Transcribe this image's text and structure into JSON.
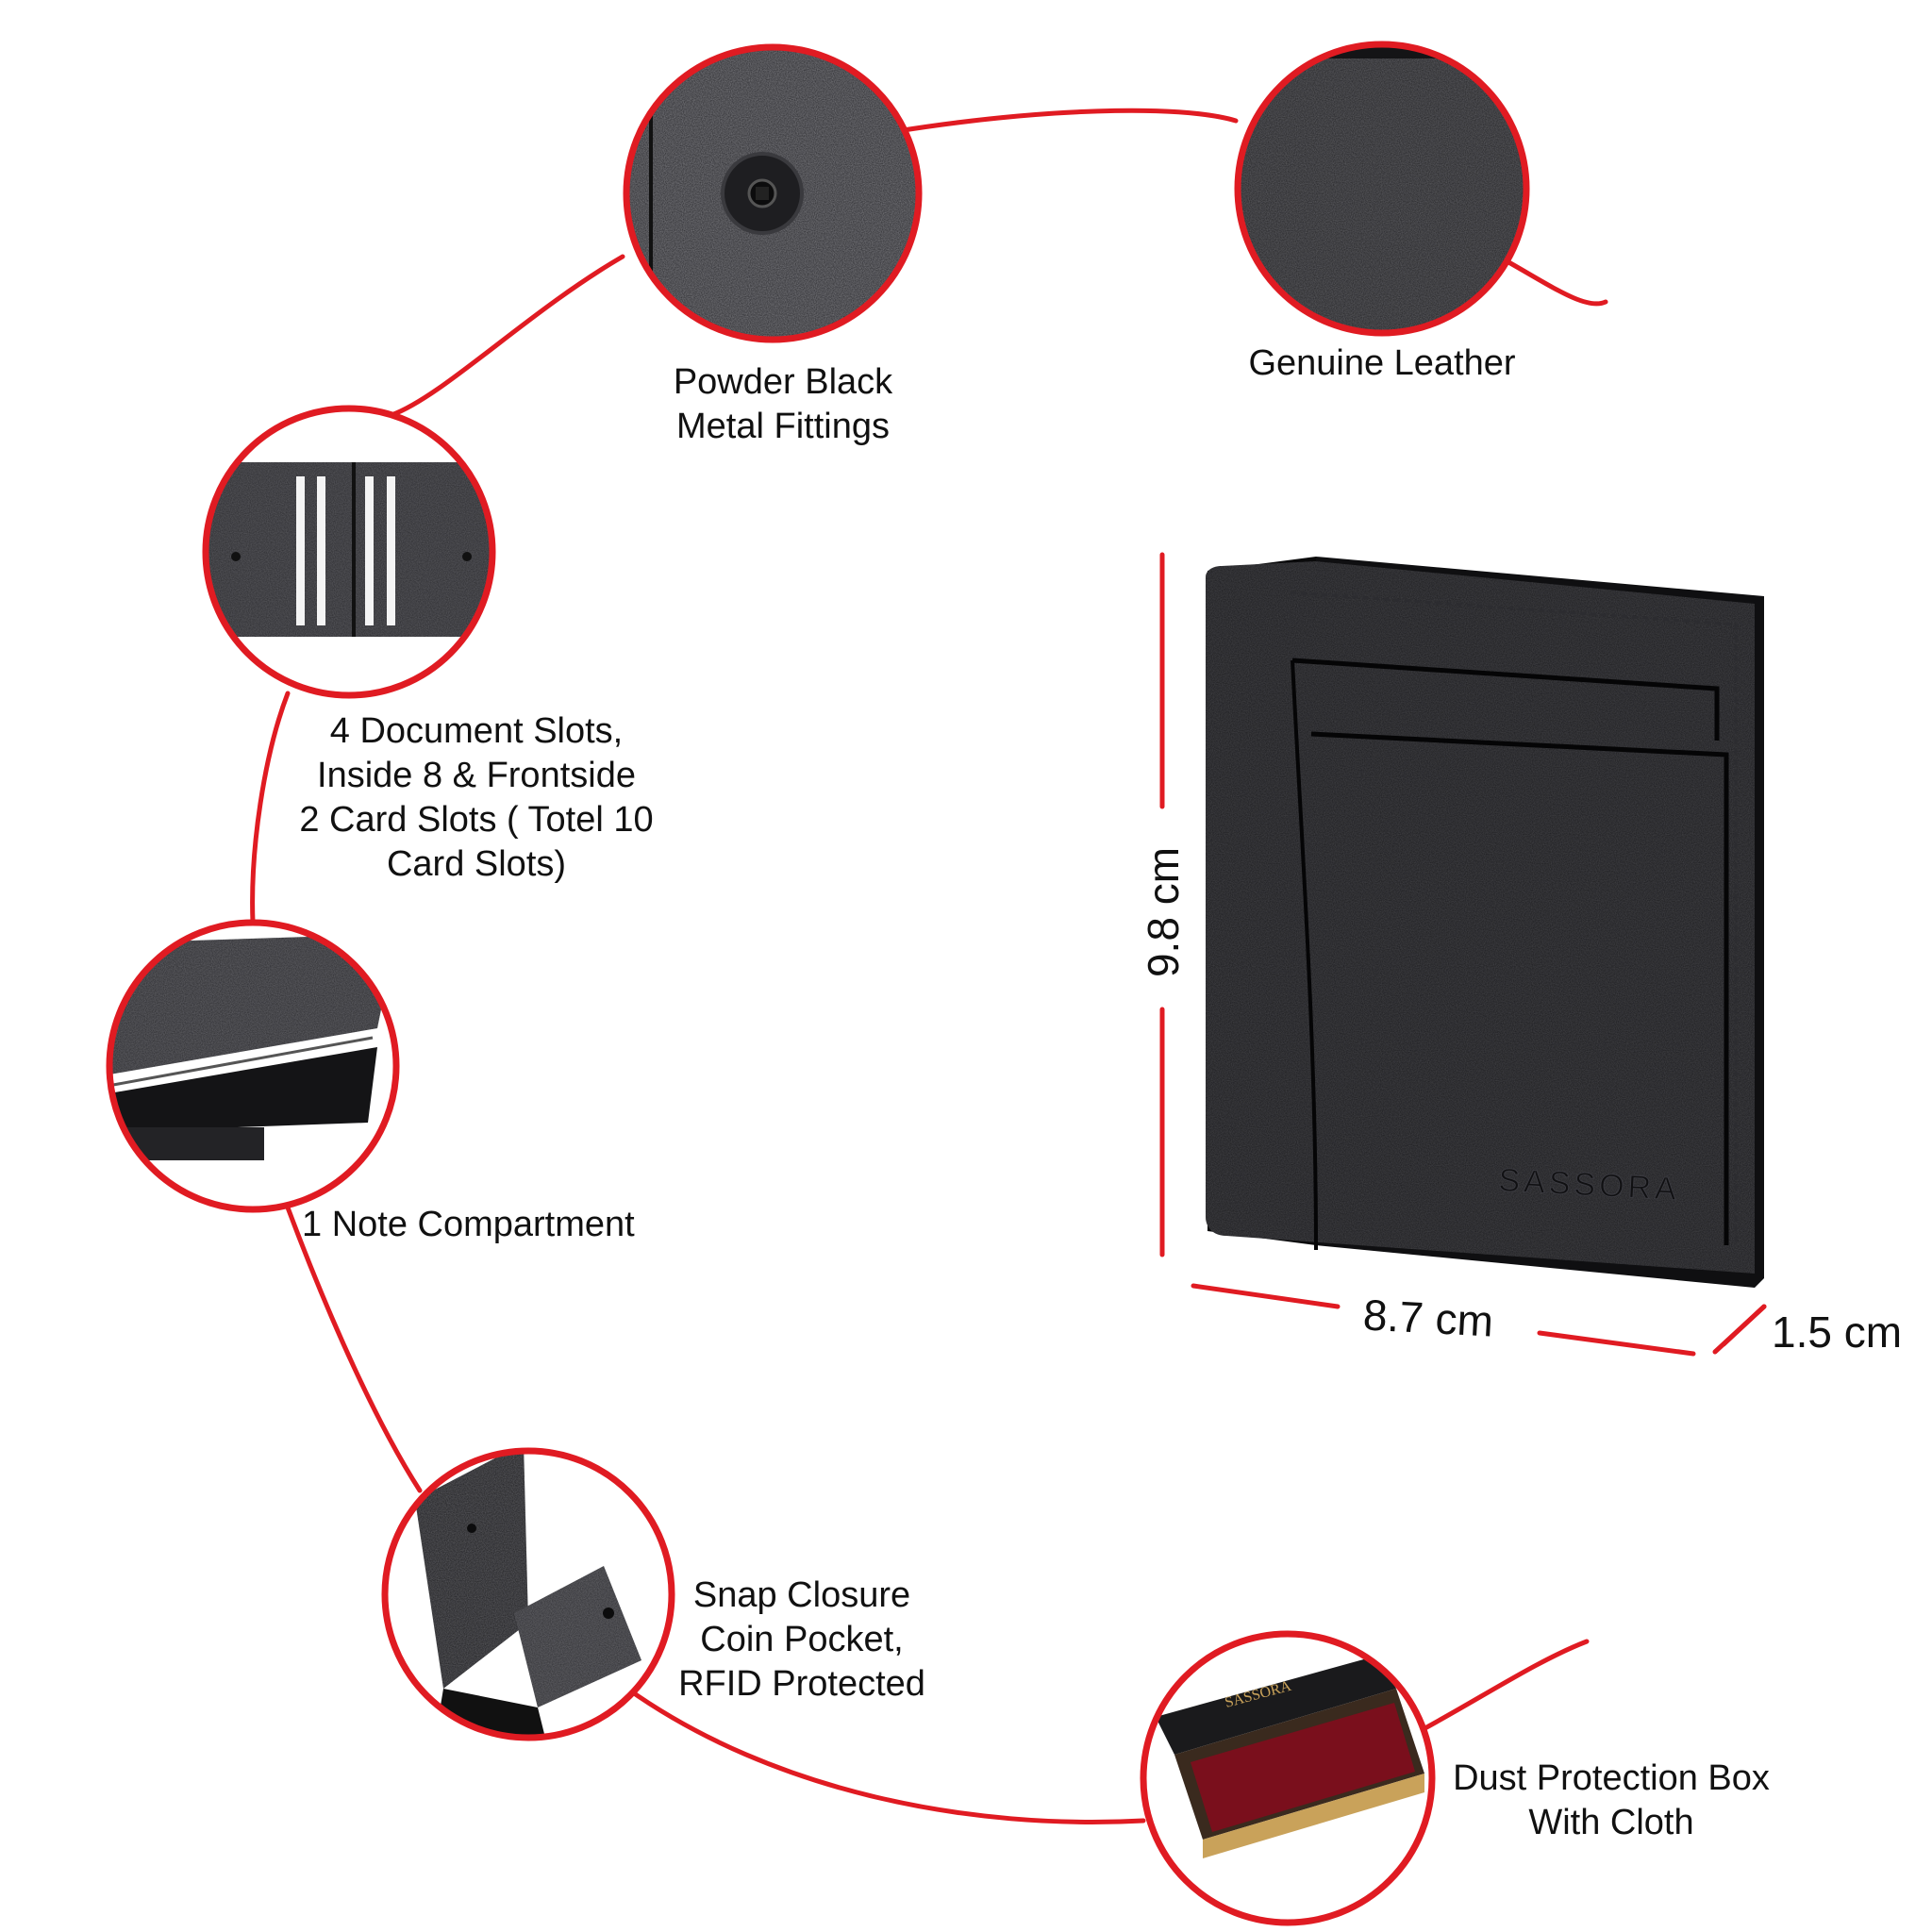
{
  "colors": {
    "accent": "#e01b22",
    "leather": "#1c1c1f",
    "box_cloth": "#7a0f1c",
    "background": "#ffffff"
  },
  "features": [
    {
      "id": "fittings",
      "icon": "snap-button-closeup",
      "lines": [
        "Powder Black",
        "Metal Fittings"
      ]
    },
    {
      "id": "leather",
      "icon": "leather-texture-closeup",
      "lines": [
        "Genuine Leather"
      ]
    },
    {
      "id": "slots",
      "icon": "card-slots-closeup",
      "lines": [
        "4 Document Slots,",
        "Inside 8 & Frontside",
        "2 Card Slots ( Totel 10",
        "Card Slots)"
      ]
    },
    {
      "id": "note",
      "icon": "note-compartment-closeup",
      "lines": [
        "1 Note Compartment"
      ]
    },
    {
      "id": "coin",
      "icon": "coin-pocket-closeup",
      "lines": [
        "Snap Closure",
        "Coin Pocket,",
        "RFID Protected"
      ]
    },
    {
      "id": "box",
      "icon": "gift-box-closeup",
      "lines": [
        "Dust Protection Box",
        "With Cloth"
      ]
    }
  ],
  "product": {
    "brand": "SASSORA",
    "dimensions": {
      "height": "9.8 cm",
      "width": "8.7 cm",
      "depth": "1.5 cm"
    }
  }
}
